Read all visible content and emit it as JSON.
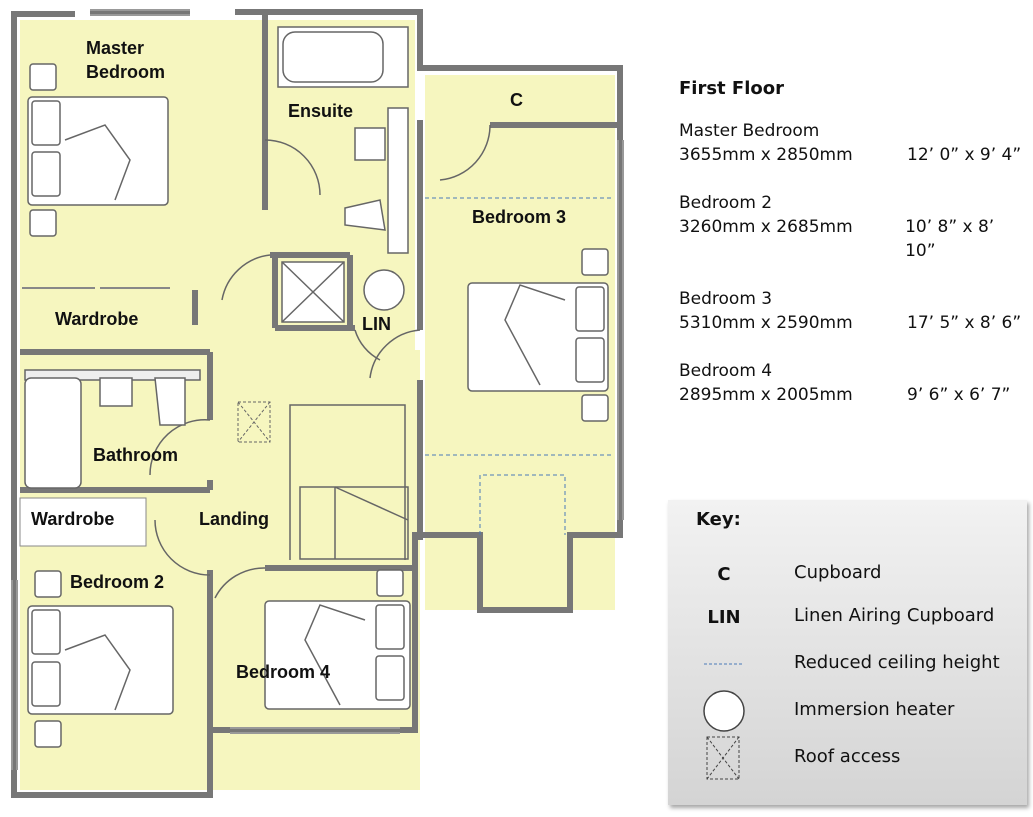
{
  "plan": {
    "rooms": {
      "master_bedroom_line1": "Master",
      "master_bedroom_line2": "Bedroom",
      "ensuite": "Ensuite",
      "cupboard": "C",
      "bedroom_3": "Bedroom 3",
      "wardrobe_master": "Wardrobe",
      "linen": "LIN",
      "bathroom": "Bathroom",
      "wardrobe_bed2": "Wardrobe",
      "landing": "Landing",
      "bedroom_2": "Bedroom 2",
      "bedroom_4": "Bedroom 4"
    },
    "colors": {
      "room_fill": "#f6f6bf",
      "wall": "#777777",
      "fixture": "#555555",
      "dashed": "#4a7ab8"
    }
  },
  "info": {
    "title": "First Floor",
    "rooms": [
      {
        "name": "Master Bedroom",
        "metric": "3655mm x 2850mm",
        "imperial": "12’ 0” x 9’ 4”"
      },
      {
        "name": "Bedroom 2",
        "metric": "3260mm x 2685mm",
        "imperial": "10’ 8” x 8’ 10”"
      },
      {
        "name": "Bedroom 3",
        "metric": "5310mm x 2590mm",
        "imperial": "17’ 5” x 8’ 6”"
      },
      {
        "name": "Bedroom 4",
        "metric": "2895mm x 2005mm",
        "imperial": "9’ 6” x 6’ 7”"
      }
    ]
  },
  "key": {
    "title": "Key:",
    "items": [
      {
        "symbol": "C",
        "label": "Cupboard"
      },
      {
        "symbol": "LIN",
        "label": "Linen Airing Cupboard"
      },
      {
        "symbol": "dashed-line-icon",
        "label": "Reduced ceiling height"
      },
      {
        "symbol": "circle-icon",
        "label": "Immersion heater"
      },
      {
        "symbol": "cross-box-icon",
        "label": "Roof access"
      }
    ]
  }
}
